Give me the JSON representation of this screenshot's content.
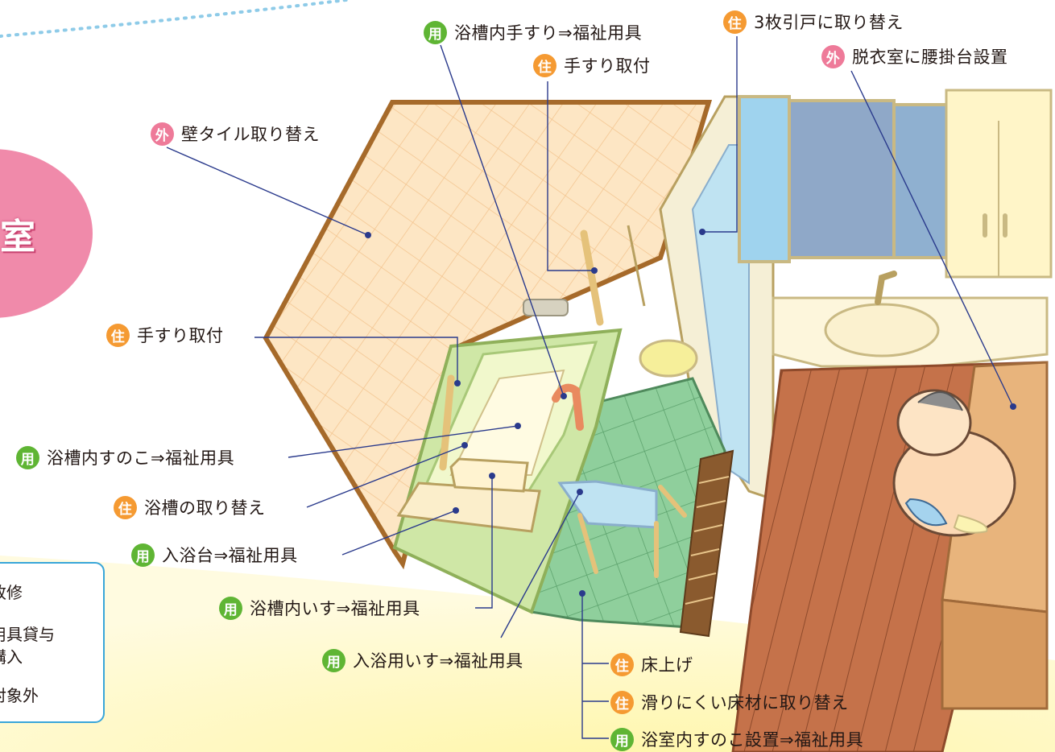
{
  "section_title": "室",
  "legend": {
    "items": [
      "改修",
      "用具貸与",
      "購入",
      "対象外"
    ]
  },
  "badges": {
    "yo": {
      "char": "用",
      "color": "#5fb534"
    },
    "ju": {
      "char": "住",
      "color": "#f59a32"
    },
    "gai": {
      "char": "外",
      "color": "#ee7a99"
    }
  },
  "labels": {
    "tub_handrail_tool": "浴槽内手すり⇒福祉用具",
    "three_sliding_doors": "3枚引戸に取り替え",
    "handrail_top": "手すり取付",
    "dressing_bench": "脱衣室に腰掛台設置",
    "wall_tile": "壁タイル取り替え",
    "handrail_left": "手すり取付",
    "tub_slatted_floor": "浴槽内すのこ⇒福祉用具",
    "tub_replace": "浴槽の取り替え",
    "bath_board": "入浴台⇒福祉用具",
    "tub_chair": "浴槽内いす⇒福祉用具",
    "shower_chair": "入浴用いす⇒福祉用具",
    "floor_raise": "床上げ",
    "nonslip_floor": "滑りにくい床材に取り替え",
    "bathroom_slatted": "浴室内すのこ設置⇒福祉用具"
  },
  "colors": {
    "pink_title": "#f08aaa",
    "legend_border": "#39a6d9",
    "leader_line": "#2a3a8c",
    "tile_wall": "#fde3bd",
    "wood_floor": "#c9744e",
    "tub": "#d8ecb0",
    "floor_tile": "#9dd1a3"
  }
}
